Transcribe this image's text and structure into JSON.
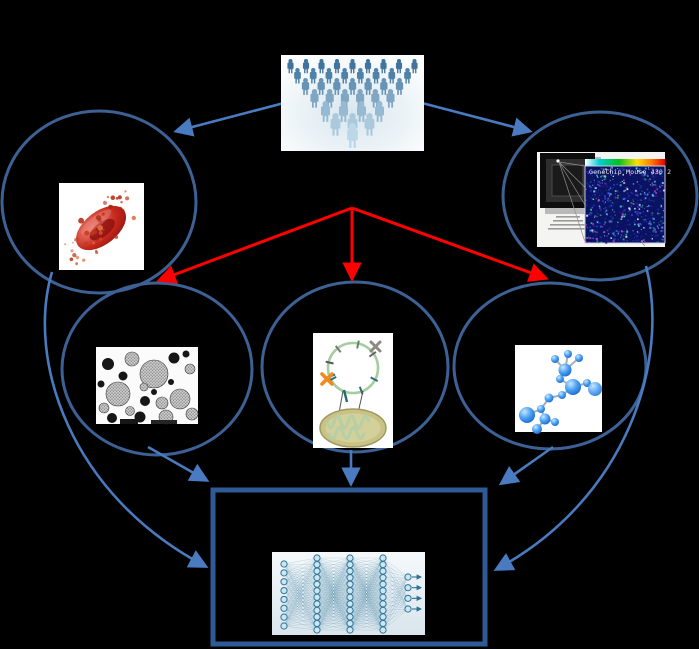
{
  "diagram": {
    "background_color": "#000000",
    "colors": {
      "node_outline": "#3d6194",
      "flow_arrow": "#4a7abf",
      "highlight_arrow": "#ff0000",
      "output_box_border": "#2e5a96"
    },
    "nodes": {
      "population": {
        "name": "population-crowd"
      },
      "blood_sample": {
        "name": "red-blood-cell"
      },
      "microarray": {
        "name": "genechip-microarray",
        "label": "GeneChip Mouse 430 2"
      },
      "microscopy": {
        "name": "cell-microscopy"
      },
      "mitochondria": {
        "name": "mitochondrial-dna-map"
      },
      "molecule": {
        "name": "molecule-3d"
      },
      "neural_network": {
        "name": "deep-neural-network"
      }
    }
  }
}
